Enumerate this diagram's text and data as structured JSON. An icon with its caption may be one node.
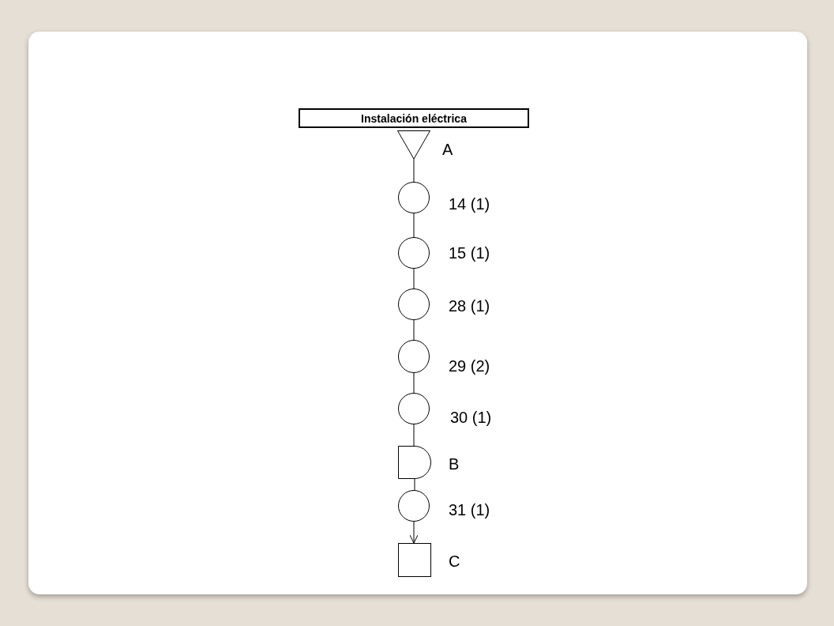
{
  "diagram": {
    "nodes": [
      {
        "text": [
          "Instalación eléctrica"
        ]
      },
      {
        "text": [],
        "shape": "triangle",
        "beside": [
          "A"
        ]
      },
      {
        "text": [],
        "shape": "circle",
        "beside": [
          "14 (1)"
        ]
      },
      {
        "text": [],
        "shape": "circle",
        "beside": [
          "15 (1)"
        ]
      },
      {
        "text": [],
        "shape": "circle",
        "beside": [
          "28 (1)"
        ]
      },
      {
        "text": [],
        "shape": "circle",
        "beside": [
          "29 (2)"
        ]
      },
      {
        "text": [],
        "shape": "circle",
        "beside": [
          "30 (1)"
        ]
      },
      {
        "text": [],
        "shape": "delay",
        "beside": [
          "B"
        ]
      },
      {
        "text": [],
        "shape": "circle",
        "beside": [
          "31 (1)"
        ]
      },
      {
        "text": [],
        "shape": "box",
        "beside": [
          "C"
        ]
      }
    ],
    "edges": [
      {
        "from": 1,
        "to": 2,
        "arrow": "none"
      },
      {
        "from": 2,
        "to": 3,
        "arrow": "none"
      },
      {
        "from": 3,
        "to": 4,
        "arrow": "none"
      },
      {
        "from": 4,
        "to": 5,
        "arrow": "none"
      },
      {
        "from": 5,
        "to": 6,
        "arrow": "none"
      },
      {
        "from": 6,
        "to": 7,
        "arrow": "none"
      },
      {
        "from": 7,
        "to": 8,
        "arrow": "none"
      },
      {
        "from": 8,
        "to": 9,
        "arrow": "to"
      }
    ]
  }
}
